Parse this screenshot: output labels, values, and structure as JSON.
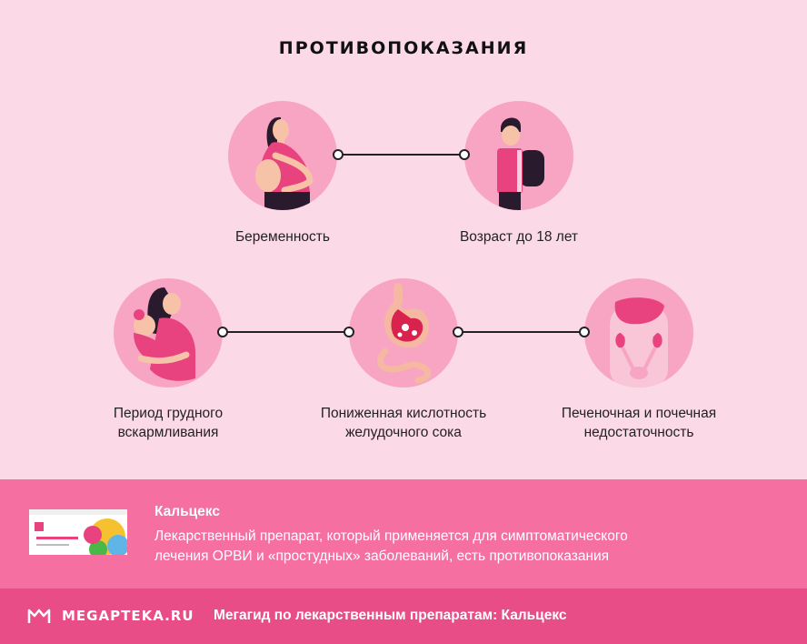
{
  "title": "ПРОТИВОПОКАЗАНИЯ",
  "items": [
    {
      "label_lines": [
        "Беременность"
      ],
      "icon": "pregnant-woman-icon"
    },
    {
      "label_lines": [
        "Возраст до 18 лет"
      ],
      "icon": "schoolboy-icon"
    },
    {
      "label_lines": [
        "Период грудного",
        "вскармливания"
      ],
      "icon": "breastfeeding-mother-icon"
    },
    {
      "label_lines": [
        "Пониженная кислотность",
        "желудочного сока"
      ],
      "icon": "stomach-icon"
    },
    {
      "label_lines": [
        "Печеночная и почечная",
        "недостаточность"
      ],
      "icon": "liver-kidneys-icon"
    }
  ],
  "product": {
    "name": "Кальцекс",
    "description_lines": [
      "Лекарственный препарат, который применяется для симптоматического",
      "лечения ОРВИ и «простудных» заболеваний, есть противопоказания"
    ],
    "package_icon": "medicine-package-icon"
  },
  "footer": {
    "logo_text": "MEGAPTEKA.RU",
    "text": "Мегагид по лекарственным препаратам: Кальцекс"
  },
  "colors": {
    "background": "#fcd9e6",
    "circle": "#f7a5c3",
    "accent": "#e8437f",
    "info_band": "#f56fa1",
    "footer": "#e94d87"
  }
}
